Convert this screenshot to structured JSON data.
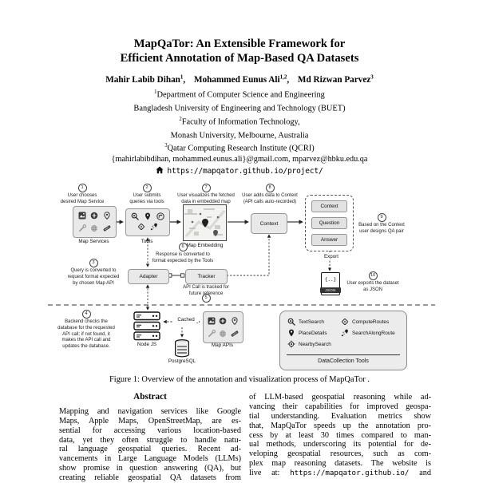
{
  "paper": {
    "title_line1": "MapQaTor: An Extensible Framework for",
    "title_line2": "Efficient Annotation of Map-Based QA Datasets",
    "authors": [
      {
        "name": "Mahir Labib Dihan",
        "sup": "1",
        "sep": ","
      },
      {
        "name": "Mohammed Eunus Ali",
        "sup": "1,2",
        "sep": ","
      },
      {
        "name": "Md Rizwan Parvez",
        "sup": "3",
        "sep": ""
      }
    ],
    "affiliations": [
      {
        "sup": "1",
        "text": "Department of Computer Science and Engineering"
      },
      {
        "sup": "",
        "text": "Bangladesh University of Engineering and Technology (BUET)"
      },
      {
        "sup": "2",
        "text": "Faculty of Information Technology,"
      },
      {
        "sup": "",
        "text": "Monash University, Melbourne, Australia"
      },
      {
        "sup": "3",
        "text": "Qatar Computing Research Institute (QCRI)"
      }
    ],
    "emails": "{mahirlabibdihan, mohammed.eunus.ali}@gmail.com, mparvez@hbku.edu.qa",
    "homepage_icon": "house",
    "homepage": "https://mapqator.github.io/project/"
  },
  "figure": {
    "caption": "Figure 1: Overview of the annotation and visualization process of MapQaTor .",
    "steps": {
      "s1": {
        "num": "1",
        "text": "User chooses\ndesired Map Service"
      },
      "s2": {
        "num": "2",
        "text": "User submits\nqueries via tools"
      },
      "s3": {
        "num": "3",
        "text": "Query is converted to\nrequest format expected\nby chosen Map API"
      },
      "s4": {
        "num": "4",
        "text": "Backend checks the\ndatabase for the requested\nAPI call; if not found, it\nmakes the API call and\nupdates the database."
      },
      "s5": {
        "num": "5",
        "text": ""
      },
      "s6": {
        "num": "6",
        "text": "Response is converted to\nformat expected by the Tools"
      },
      "s7": {
        "num": "7",
        "text": "User visualizes the fetched\ndata in embedded map"
      },
      "s8": {
        "num": "8",
        "text": "User adds data to Context\n(API calls auto-recorded)"
      },
      "s9": {
        "num": "9",
        "text": "Based on the Context\nuser designs QA pair"
      },
      "s10": {
        "num": "10",
        "text": "User exports the dataset\nas JSON"
      }
    },
    "boxes": {
      "map_services": {
        "label": "Map Services",
        "icons": [
          "image",
          "compass",
          "pin",
          "wrench",
          "globe",
          "maps-badge"
        ]
      },
      "tools": {
        "label": "Tools",
        "icons": [
          "search",
          "place",
          "routes-circle",
          "diamond",
          "route-dots"
        ]
      },
      "map_embedding": {
        "label": "Map Embedding"
      },
      "context_label": "Context",
      "qa_items": [
        "Context",
        "Question",
        "Answer"
      ],
      "adapter": "Adapter",
      "tracker": "Tracker",
      "tracker_note": "API Call is tracked for\nfuture reference",
      "export_label": "Export",
      "json_glyph": "{..}",
      "json_label": "JSON",
      "nodejs_icon": "server",
      "nodejs": "Node JS",
      "cached": "Cached",
      "postgres_icon": "database",
      "postgresql": "PostgreSQL",
      "map_apis": {
        "label": "Map APIs",
        "icons": [
          "image",
          "compass",
          "pin",
          "wrench",
          "globe",
          "maps-badge"
        ]
      },
      "datacollection": {
        "label": "DataCollection Tools",
        "items": [
          {
            "icon": "search",
            "label": "TextSearch"
          },
          {
            "icon": "place",
            "label": "PlaceDetails"
          },
          {
            "icon": "nearby",
            "label": "NearbySearch"
          },
          {
            "icon": "diamond",
            "label": "ComputeRoutes"
          },
          {
            "icon": "route-dots",
            "label": "SearchAlongRoute"
          }
        ]
      }
    }
  },
  "abstract": {
    "heading": "Abstract",
    "lines": [
      "Mapping and navigation services like Google",
      "Maps, Apple Maps, OpenStreetMap, are es-",
      "sential for accessing various location-based",
      "data, yet they often struggle to handle natu-",
      "ral language geospatial queries. Recent ad-",
      "vancements in Large Language Models (LLMs)",
      "show promise in question answering (QA), but",
      "creating reliable geospatial QA datasets from"
    ]
  },
  "column2": {
    "lines": [
      "of LLM-based geospatial reasoning while ad-",
      "vancing their capabilities for improved geospa-",
      "tial understanding.  Evaluation metrics show",
      "that, MapQaTor speeds up the annotation pro-",
      "cess by at least 30 times compared to man-",
      "ual methods, underscoring its potential for de-",
      "veloping geospatial resources, such as com-",
      "plex map reasoning datasets.  The website is"
    ],
    "line9": {
      "prefix": "live at:",
      "url": "https://mapqator.github.io/",
      "suffix": "and"
    }
  }
}
